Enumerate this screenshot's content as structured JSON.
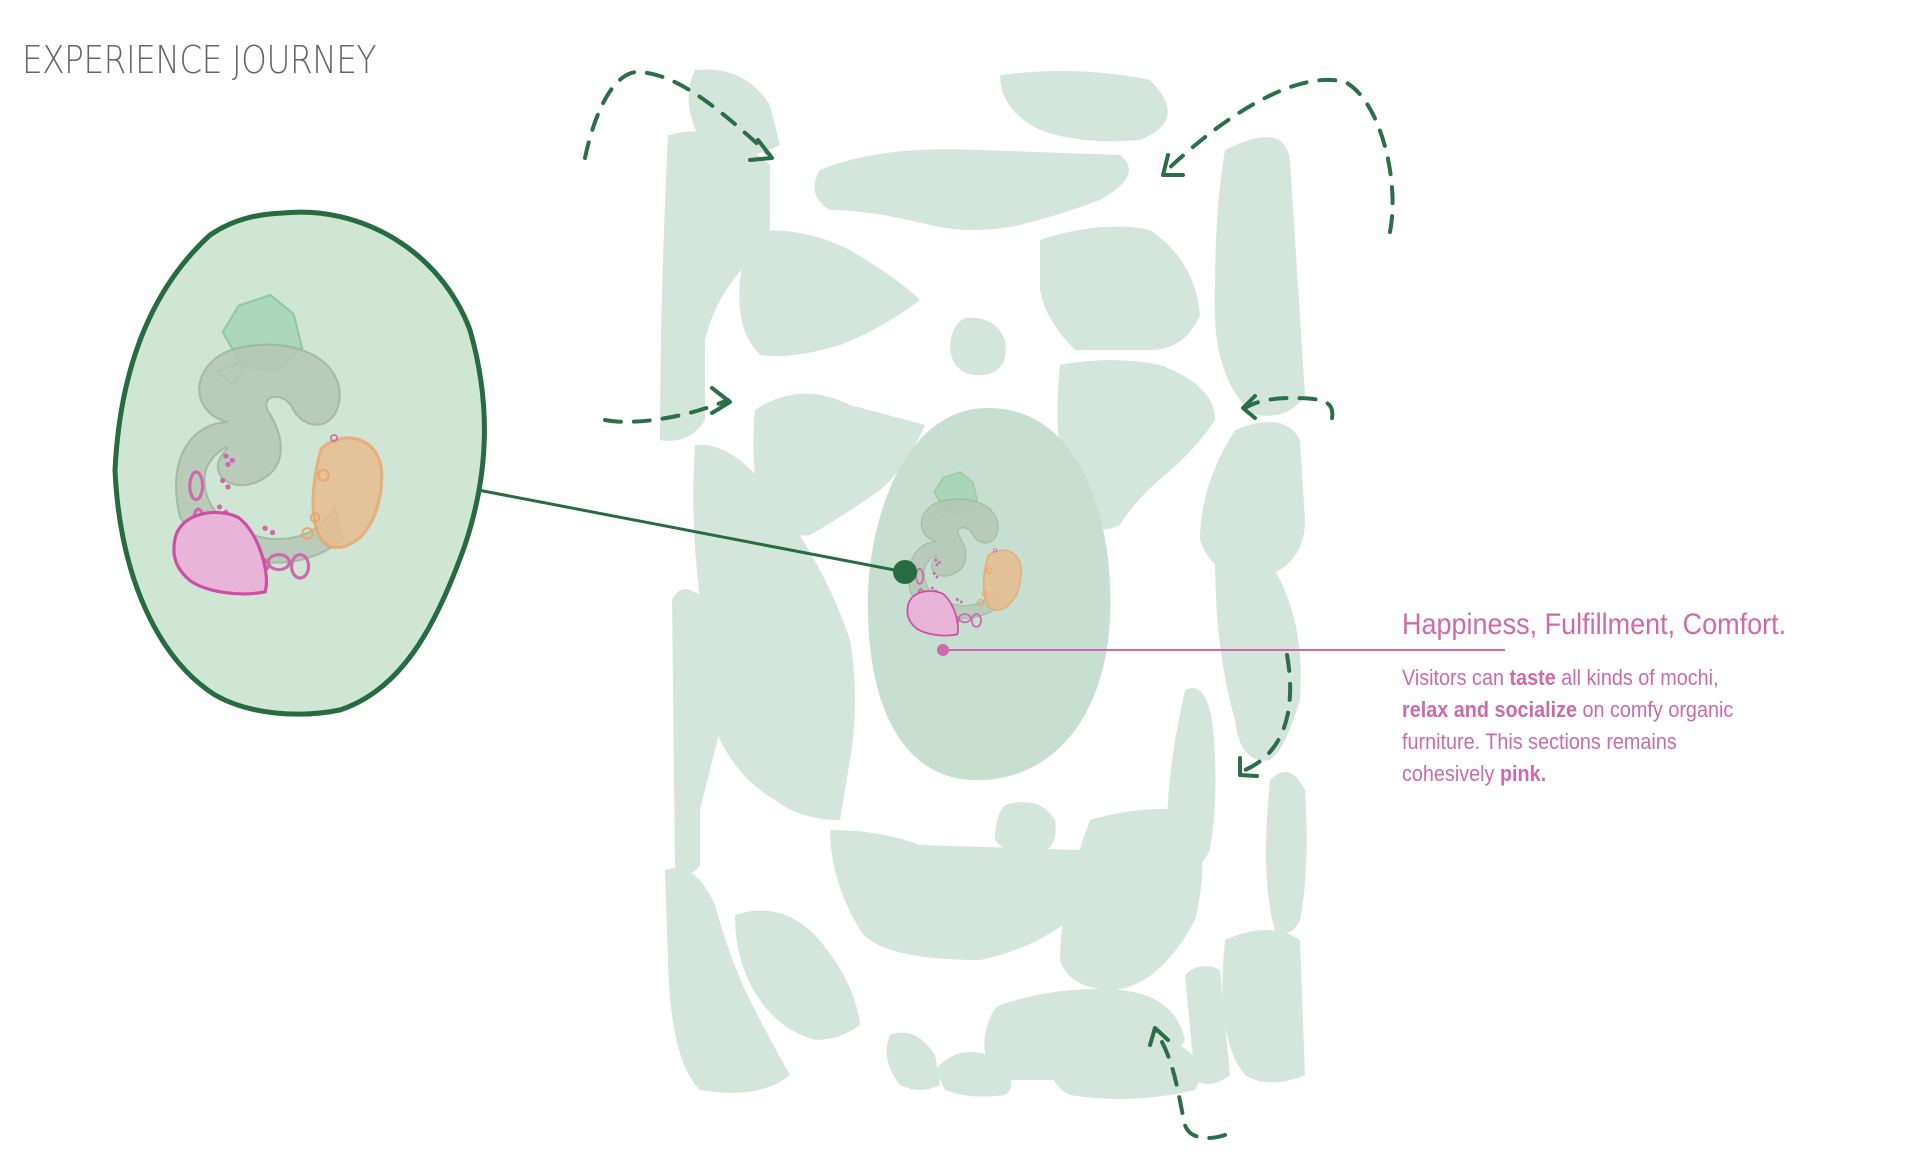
{
  "title": "EXPERIENCE JOURNEY",
  "callout": {
    "heading": "Happiness, Fulfillment, Comfort.",
    "line1": {
      "a": "Visitors can ",
      "b": "taste",
      "c": " all kinds of mochi,"
    },
    "line2": {
      "b": "relax and socialize",
      "c": " on comfy organic"
    },
    "line3": "furniture. This sections remains",
    "line4": {
      "a": "cohesively ",
      "b": "pink."
    }
  },
  "colors": {
    "title": "#666666",
    "zone_fill": "#d4e6dc",
    "path_arrow": "#2a6e4a",
    "inset_stroke": "#266b42",
    "inset_fill": "#cfe6d5",
    "pink": "#cc6aaa",
    "pink_fill": "#e9b0d3",
    "orange": "#e8a870",
    "mochi_green": "#a6d6b6"
  },
  "icons": [
    "dashed-path-arrow",
    "pointer-dot",
    "mochi-cluster"
  ]
}
